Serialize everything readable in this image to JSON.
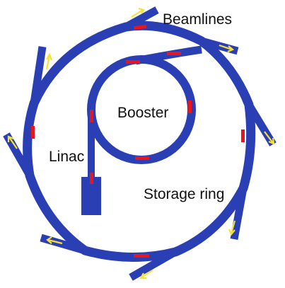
{
  "labels": {
    "beamlines": "Beamlines",
    "booster": "Booster",
    "linac": "Linac",
    "storage_ring": "Storage ring"
  },
  "colors": {
    "tube": "#2a3fb3",
    "electron_arrow": "#e8141e",
    "light_arrow": "#f7e233",
    "background": "#ffffff",
    "text": "#111111"
  },
  "icons": {
    "electron_direction": "red-arrow-icon",
    "photon_direction": "yellow-arrow-icon"
  }
}
